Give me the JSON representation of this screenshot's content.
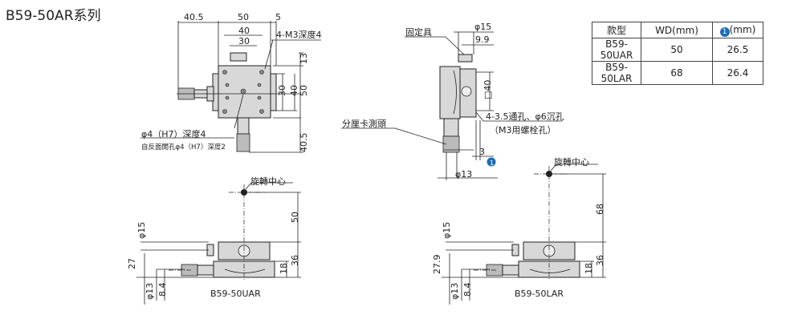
{
  "title": "B59-50AR系列",
  "table": {
    "headers": [
      "款型",
      "WD(mm)",
      "(mm)"
    ],
    "badge": "1",
    "rows": [
      {
        "model": "B59-50UAR",
        "wd": "50",
        "val": "26.5"
      },
      {
        "model": "B59-50LAR",
        "wd": "68",
        "val": "26.4"
      }
    ]
  },
  "top_view": {
    "dims": {
      "d40_5_top": "40.5",
      "d50_top": "50",
      "d5": "5",
      "d40_top": "40",
      "d30_top": "30",
      "d13": "13",
      "d30_r": "30",
      "d40_r": "40",
      "d50_r": "50",
      "d40_5_r": "40.5"
    },
    "notes": {
      "tap": "4-M3深度4",
      "pin": "φ4（H7）深度4",
      "pin_back": "自反面開孔φ4（H7）深度2"
    }
  },
  "side_view": {
    "dims": {
      "phi15": "φ15",
      "d9_9": "9.9",
      "sq40": "□40",
      "d3": "3",
      "phi13": "φ13"
    },
    "notes": {
      "fixer": "固定具",
      "holes": "4-3.5通孔、φ6沉孔",
      "holes2": "（M3用螺栓孔）",
      "micrometer": "分厘卡測頭"
    },
    "badge": "1"
  },
  "front_u": {
    "label": "B59-50UAR",
    "center": "旋轉中心",
    "dims": {
      "wd": "50",
      "h36": "36",
      "h18": "18",
      "phi15": "φ15",
      "h27": "27",
      "phi13": "φ13",
      "d8_4": "8.4"
    }
  },
  "front_l": {
    "label": "B59-50LAR",
    "center": "旋轉中心",
    "dims": {
      "wd": "68",
      "h36": "36",
      "h18": "18",
      "phi15": "φ15",
      "h27": "27.9",
      "phi13": "φ13",
      "d8_4": "8.4"
    }
  },
  "colors": {
    "badge": "#1a6fb5",
    "line": "#222222"
  }
}
